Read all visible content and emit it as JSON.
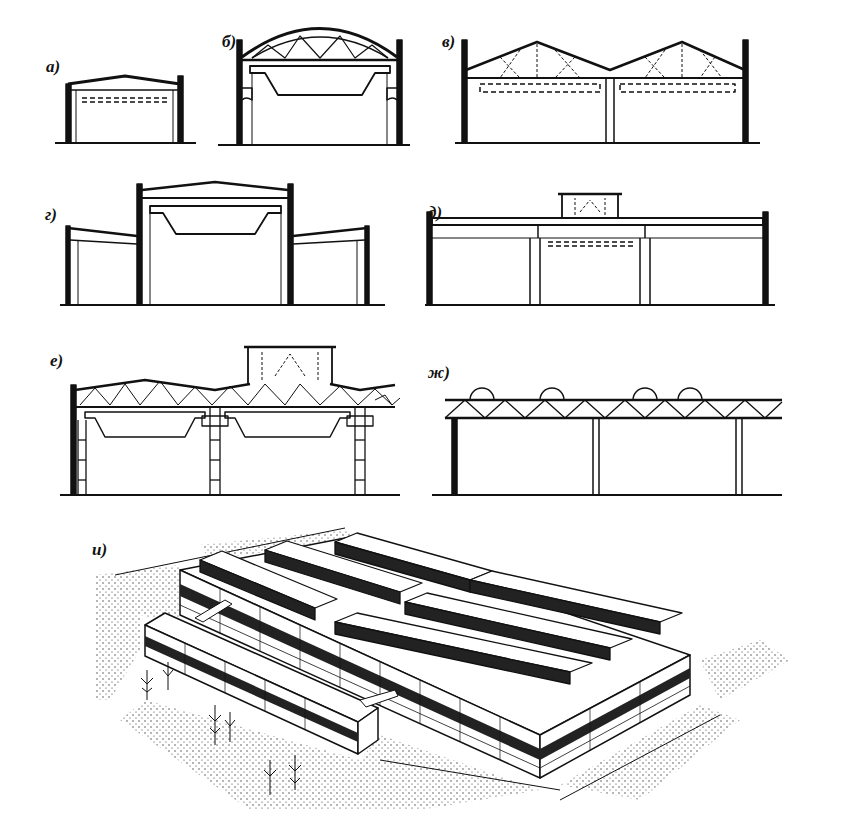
{
  "diagram": {
    "labels": [
      "а)",
      "б)",
      "в)",
      "г)",
      "д)",
      "е)",
      "ж)",
      "и)"
    ]
  }
}
